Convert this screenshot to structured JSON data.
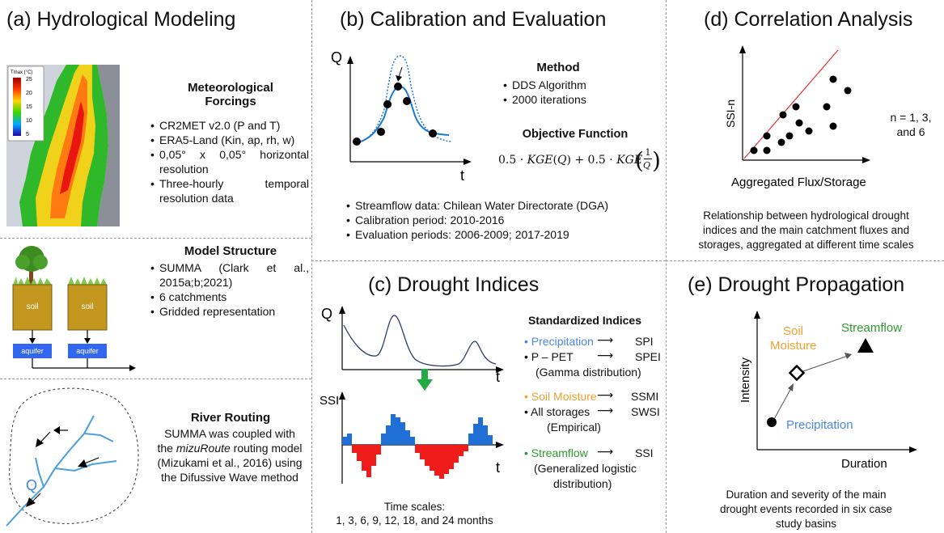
{
  "panel_a": {
    "title": "(a) Hydrological Modeling",
    "map_colorbar": {
      "label": "Tmax (°C)",
      "ticks": [
        "25",
        "20",
        "15",
        "10",
        "5"
      ]
    },
    "met_header": [
      "Meteorological",
      "Forcings"
    ],
    "met_items": [
      "CR2MET v2.0 (P and T)",
      "ERA5-Land (Kin, ap, rh, w)",
      "0,05° x 0,05° horizontal resolution",
      "Three-hourly temporal resolution data"
    ],
    "soil_label": "soil",
    "aquifer_label": "aquifer",
    "model_header": "Model Structure",
    "model_items": [
      "SUMMA (Clark et al., 2015a;b;2021)",
      "6 catchments",
      "Gridded representation"
    ],
    "basin_q": "Q",
    "routing_header": "River Routing",
    "routing_lines": [
      "SUMMA was coupled with",
      "the ",
      "mizuRoute",
      " routing model",
      "(Mizukami et al., 2016) using",
      "the  Difussive Wave method"
    ]
  },
  "panel_b": {
    "title": "(b) Calibration and Evaluation",
    "axis_q": "Q",
    "axis_t": "t",
    "method_header": "Method",
    "method_items": [
      "DDS Algorithm",
      "2000 iterations"
    ],
    "objective_header": "Objective Function",
    "formula": [
      "0.5 · ",
      "KGE",
      "(",
      "Q",
      ") + 0.5 · ",
      "KGE",
      "1",
      "Q"
    ],
    "items": [
      "Streamflow data: Chilean Water Directorate (DGA)",
      "Calibration period: 2010-2016",
      "Evaluation periods: 2006-2009; 2017-2019"
    ]
  },
  "panel_c": {
    "title": "(c) Drought Indices",
    "axis_q": "Q",
    "axis_t": "t",
    "axis_ssi": "SSI",
    "axis_t2": "t",
    "std_header": "Standardized Indices",
    "rows": [
      {
        "label": "Precipitation",
        "index": "SPI"
      },
      {
        "label": "P – PET",
        "index": "SPEI"
      },
      {
        "label": "(Gamma distribution)"
      },
      {
        "label": "Soil Moisture",
        "index": "SSMI"
      },
      {
        "label": "All storages",
        "index": "SWSI"
      },
      {
        "label": "(Empirical)"
      },
      {
        "label": "Streamflow",
        "index": "SSI"
      },
      {
        "label": "(Generalized logistic"
      },
      {
        "label": "distribution)"
      }
    ],
    "time_scales": [
      "Time scales:",
      "1, 3, 6, 9, 12, 18, and 24 months"
    ],
    "arrow_glyph": "⟶",
    "colors": {
      "precipitation": "#4a86e8",
      "soil": "#f0a030",
      "streamflow": "#2f9a2f",
      "positive": "#1f6fd6",
      "negative": "#f01c1c"
    }
  },
  "panel_d": {
    "title": "(d) Correlation Analysis",
    "ylabel": "SSI-n",
    "xlabel": "Aggregated Flux/Storage",
    "n_text": [
      "n = 1, 3,",
      "and 6"
    ],
    "description": [
      "Relationship between hydrological drought",
      "indices and the main catchment fluxes and",
      "storages, aggregated at different time scales"
    ]
  },
  "panel_e": {
    "title": "(e) Drought Propagation",
    "ylabel": "Intensity",
    "xlabel": "Duration",
    "soil_label": [
      "Soil",
      "Moisture"
    ],
    "streamflow_label": "Streamflow",
    "precip_label": "Precipitation",
    "description": [
      "Duration and severity of the main",
      "drought events recorded in six case",
      "study basins"
    ]
  }
}
